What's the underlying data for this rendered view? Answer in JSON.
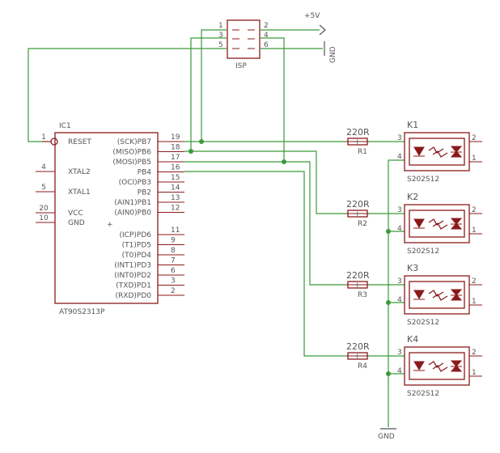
{
  "ic": {
    "ref": "IC1",
    "name": "AT90S2313P",
    "left_pins": [
      {
        "num": "1",
        "label": "RESET"
      },
      {
        "num": "4",
        "label": "XTAL2"
      },
      {
        "num": "5",
        "label": "XTAL1"
      },
      {
        "num": "20",
        "label": "VCC"
      },
      {
        "num": "10",
        "label": "GND"
      }
    ],
    "right_pins": [
      {
        "num": "19",
        "label": "(SCK)PB7"
      },
      {
        "num": "18",
        "label": "(MISO)PB6"
      },
      {
        "num": "17",
        "label": "(MOSI)PB5"
      },
      {
        "num": "16",
        "label": "PB4"
      },
      {
        "num": "15",
        "label": "(OCI)PB3"
      },
      {
        "num": "14",
        "label": "PB2"
      },
      {
        "num": "13",
        "label": "(AIN1)PB1"
      },
      {
        "num": "12",
        "label": "(AIN0)PB0"
      },
      {
        "num": "11",
        "label": "(ICP)PD6"
      },
      {
        "num": "9",
        "label": "(T1)PD5"
      },
      {
        "num": "8",
        "label": "(T0)PD4"
      },
      {
        "num": "7",
        "label": "(INT1)PD3"
      },
      {
        "num": "6",
        "label": "(INT0)PD2"
      },
      {
        "num": "3",
        "label": "(TXD)PD1"
      },
      {
        "num": "2",
        "label": "(RXD)PD0"
      }
    ]
  },
  "isp": {
    "name": "ISP",
    "pins": [
      "1",
      "2",
      "3",
      "4",
      "5",
      "6"
    ]
  },
  "power": {
    "vcc": "+5V",
    "gnd": "GND"
  },
  "resistors": [
    {
      "ref": "R1",
      "value": "220R"
    },
    {
      "ref": "R2",
      "value": "220R"
    },
    {
      "ref": "R3",
      "value": "220R"
    },
    {
      "ref": "R4",
      "value": "220R"
    }
  ],
  "relays": [
    {
      "ref": "K1",
      "part": "S202S12"
    },
    {
      "ref": "K2",
      "part": "S202S12"
    },
    {
      "ref": "K3",
      "part": "S202S12"
    },
    {
      "ref": "K4",
      "part": "S202S12"
    }
  ],
  "relay_pins": {
    "p1": "1",
    "p2": "2",
    "p3": "3",
    "p4": "4"
  },
  "colors": {
    "device": "#8b1a1a",
    "net": "#3a9a3a",
    "text": "#555555"
  }
}
